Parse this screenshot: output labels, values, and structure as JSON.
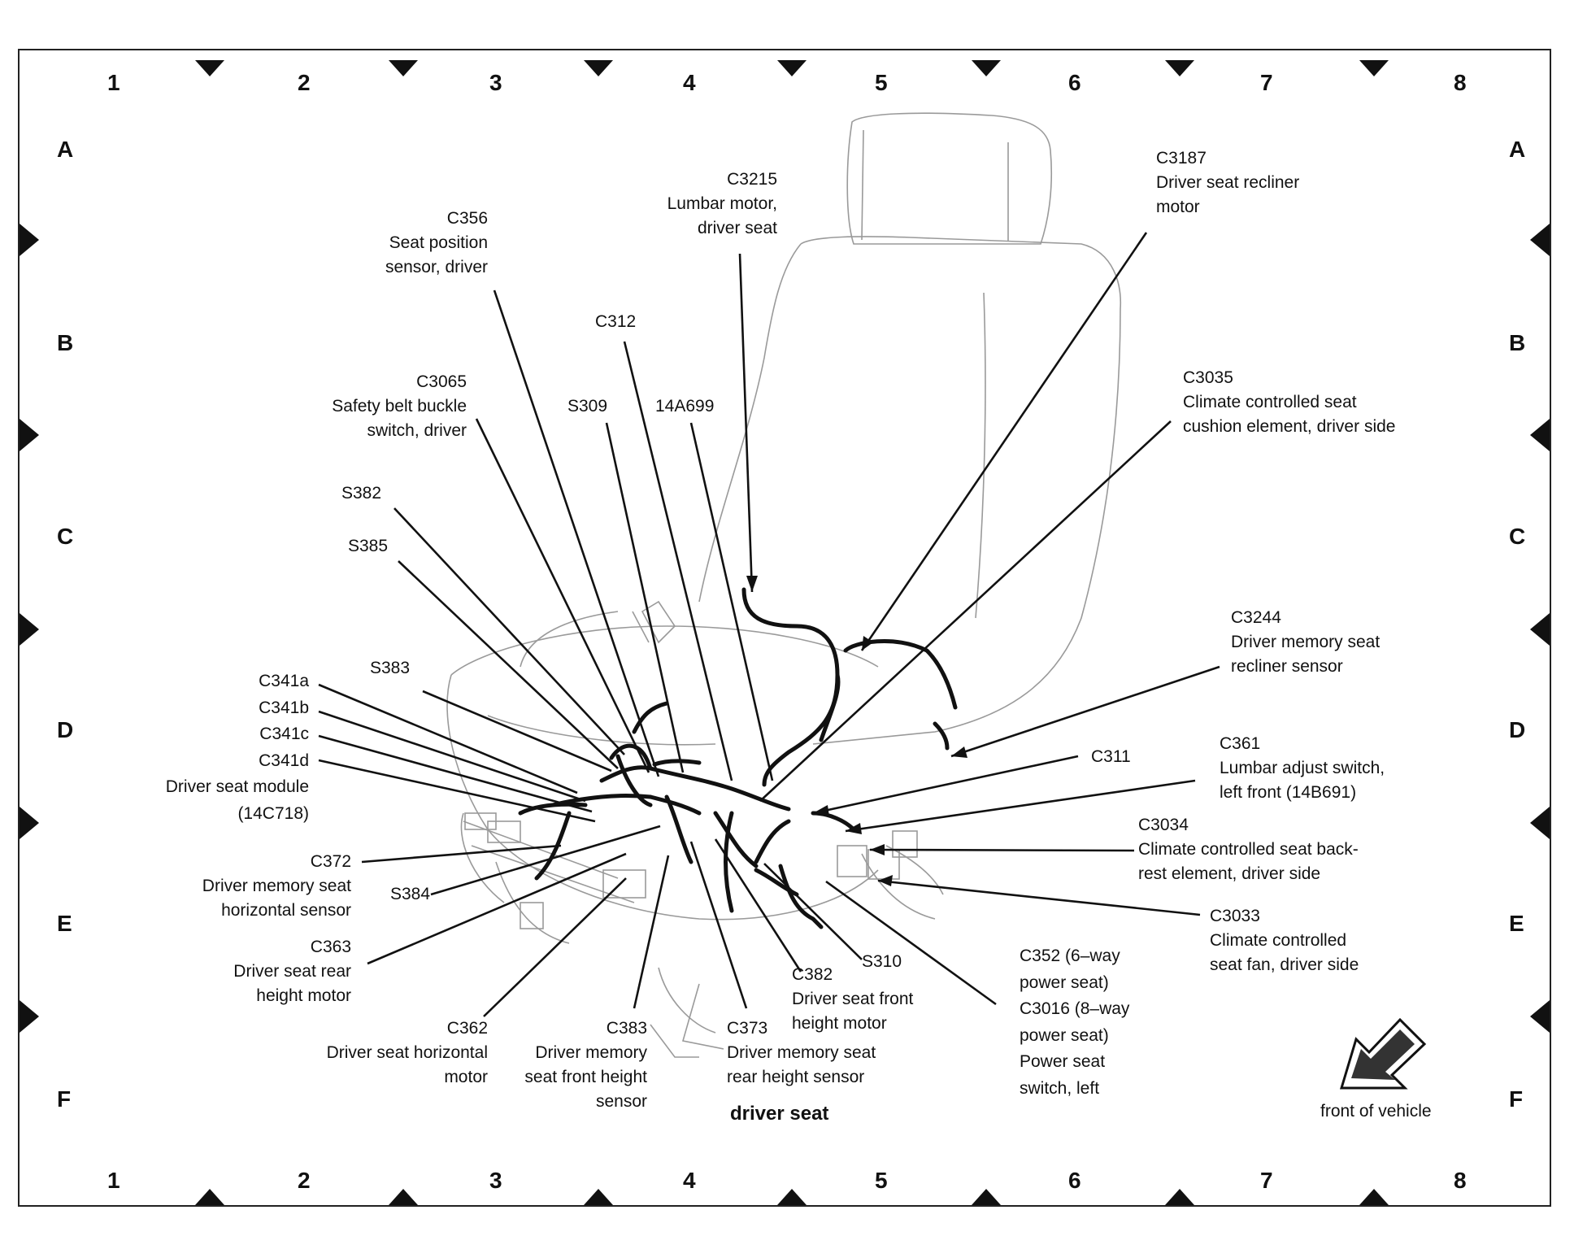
{
  "grid": {
    "columns": [
      "1",
      "2",
      "3",
      "4",
      "5",
      "6",
      "7",
      "8"
    ],
    "rows": [
      "A",
      "B",
      "C",
      "D",
      "E",
      "F"
    ]
  },
  "title": "driver seat",
  "front_label": "front of vehicle",
  "labels": {
    "c356": [
      "C356",
      "Seat position",
      "sensor, driver"
    ],
    "c3215": [
      "C3215",
      "Lumbar motor,",
      "driver seat"
    ],
    "c3187": [
      "C3187",
      "Driver seat recliner",
      "motor"
    ],
    "c312": [
      "C312"
    ],
    "c3065": [
      "C3065",
      "Safety belt buckle",
      "switch, driver"
    ],
    "s309": [
      "S309"
    ],
    "a14a699": [
      "14A699"
    ],
    "c3035": [
      "C3035",
      "Climate controlled seat",
      "cushion element, driver side"
    ],
    "s382": [
      "S382"
    ],
    "s385": [
      "S385"
    ],
    "c3244": [
      "C3244",
      "Driver memory seat",
      "recliner sensor"
    ],
    "s383": [
      "S383"
    ],
    "c341": [
      "C341a",
      "C341b",
      "C341c",
      "C341d",
      "Driver seat module",
      "(14C718)"
    ],
    "c361": [
      "C361",
      "Lumbar adjust switch,",
      "left front (14B691)"
    ],
    "c311": [
      "C311"
    ],
    "c3034": [
      "C3034",
      "Climate controlled seat back-",
      "rest element, driver side"
    ],
    "c372": [
      "C372",
      "Driver memory seat",
      "horizontal sensor"
    ],
    "s384": [
      "S384"
    ],
    "c3033": [
      "C3033",
      "Climate controlled",
      "seat fan, driver side"
    ],
    "c363": [
      "C363",
      "Driver seat rear",
      "height motor"
    ],
    "s310": [
      "S310"
    ],
    "c352": [
      "C352 (6–way",
      "power seat)",
      "C3016 (8–way",
      "power seat)",
      "Power seat",
      "switch, left"
    ],
    "c382": [
      "C382",
      "Driver seat front",
      "height motor"
    ],
    "c362": [
      "C362",
      "Driver seat horizontal",
      "motor"
    ],
    "c383": [
      "C383",
      "Driver memory",
      "seat front height",
      "sensor"
    ],
    "c373": [
      "C373",
      "Driver memory seat",
      "rear height sensor"
    ]
  }
}
